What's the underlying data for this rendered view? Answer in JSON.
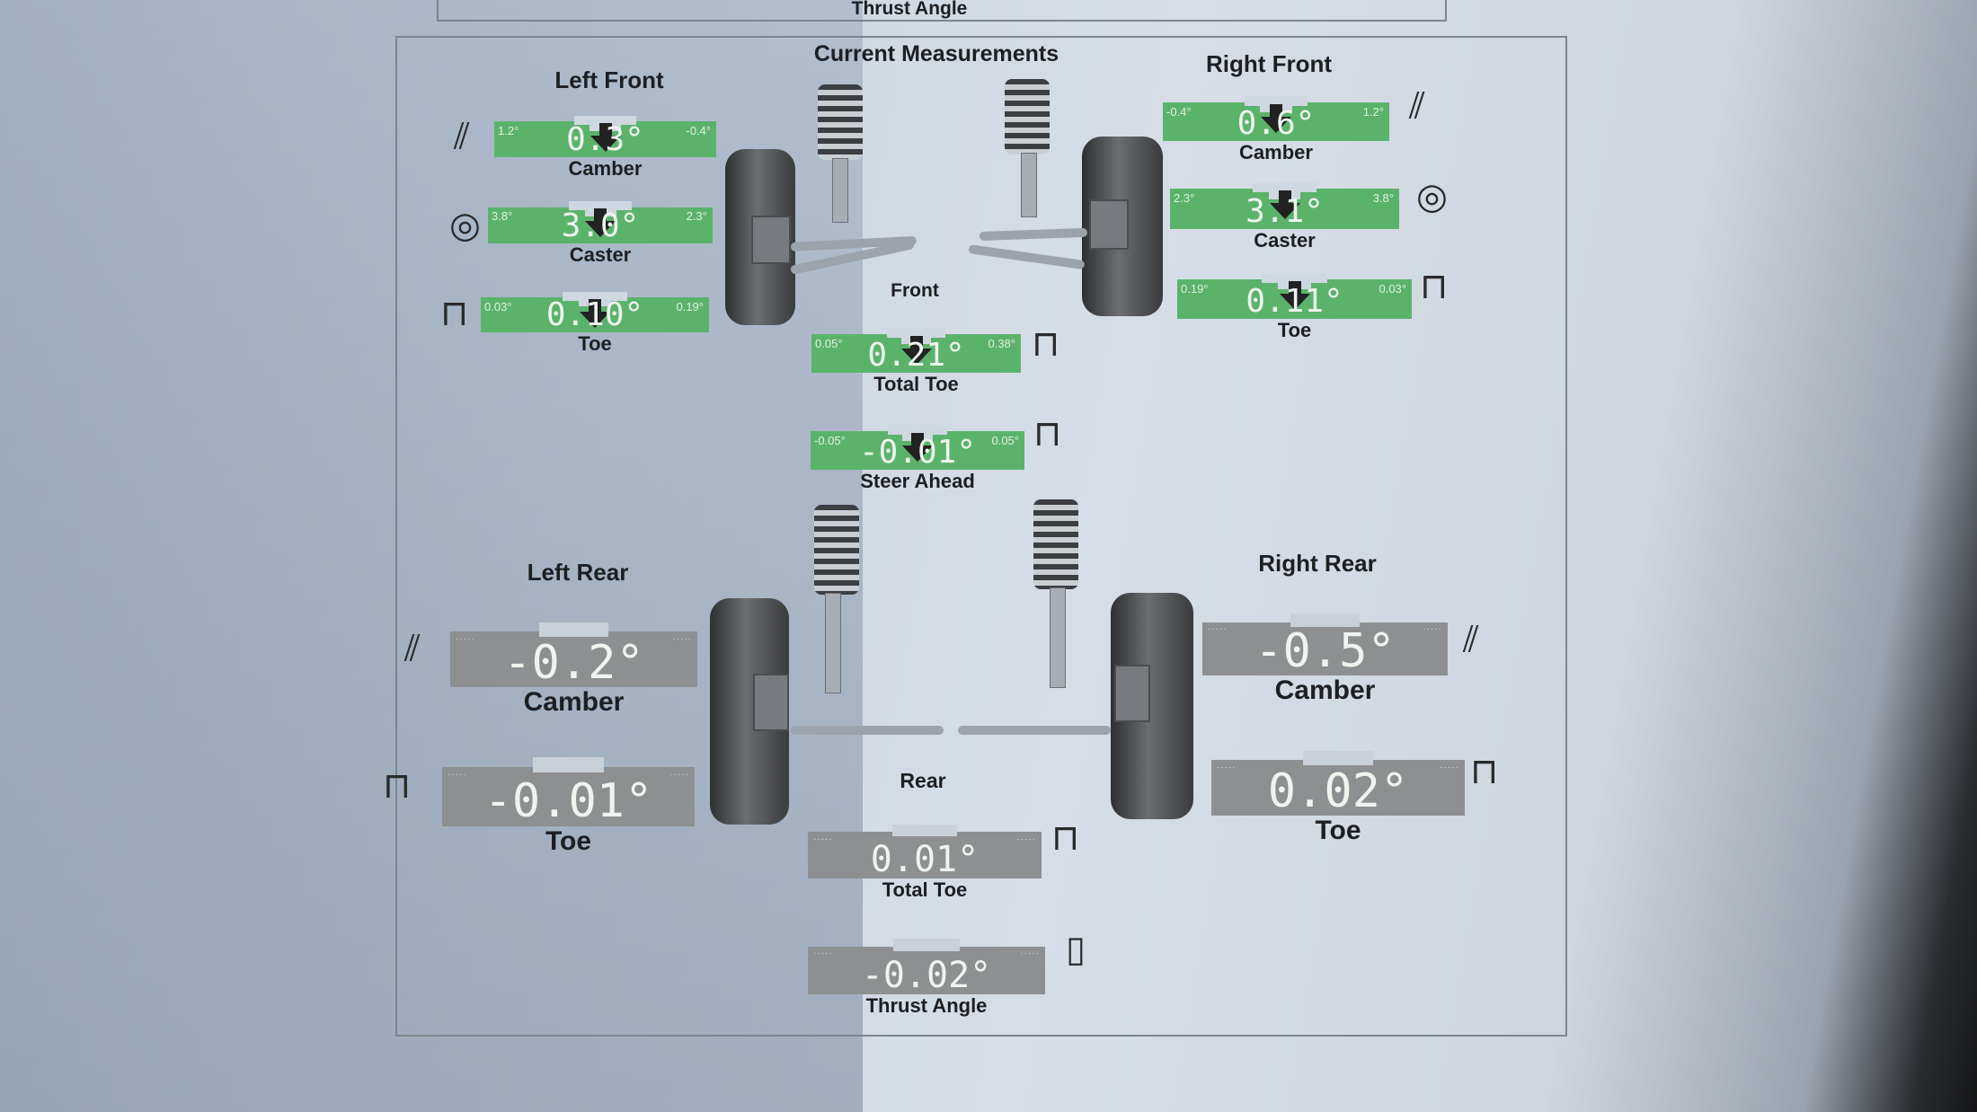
{
  "header_stub": {
    "label": "Thrust Angle"
  },
  "title": "Current Measurements",
  "left_front": {
    "title": "Left Front",
    "camber": {
      "label": "Camber",
      "value": "0.3°",
      "min": "1.2°",
      "max": "-0.4°"
    },
    "caster": {
      "label": "Caster",
      "value": "3.0°",
      "min": "3.8°",
      "max": "2.3°"
    },
    "toe": {
      "label": "Toe",
      "value": "0.10°",
      "min": "0.03°",
      "max": "0.19°"
    }
  },
  "right_front": {
    "title": "Right Front",
    "camber": {
      "label": "Camber",
      "value": "0.6°",
      "min": "-0.4°",
      "max": "1.2°"
    },
    "caster": {
      "label": "Caster",
      "value": "3.1°",
      "min": "2.3°",
      "max": "3.8°"
    },
    "toe": {
      "label": "Toe",
      "value": "0.11°",
      "min": "0.19°",
      "max": "0.03°"
    }
  },
  "front": {
    "title": "Front",
    "total_toe": {
      "label": "Total Toe",
      "value": "0.21°",
      "min": "0.05°",
      "max": "0.38°"
    },
    "steer_ahead": {
      "label": "Steer Ahead",
      "value": "-0.01°",
      "min": "-0.05°",
      "max": "0.05°"
    }
  },
  "left_rear": {
    "title": "Left Rear",
    "camber": {
      "label": "Camber",
      "value": "-0.2°"
    },
    "toe": {
      "label": "Toe",
      "value": "-0.01°"
    }
  },
  "right_rear": {
    "title": "Right Rear",
    "camber": {
      "label": "Camber",
      "value": "-0.5°"
    },
    "toe": {
      "label": "Toe",
      "value": "0.02°"
    }
  },
  "rear": {
    "title": "Rear",
    "total_toe": {
      "label": "Total Toe",
      "value": "0.01°"
    },
    "thrust_angle": {
      "label": "Thrust Angle",
      "value": "-0.02°"
    }
  },
  "colors": {
    "in_spec": "#5bb36b",
    "no_spec": "#8d8f91"
  }
}
